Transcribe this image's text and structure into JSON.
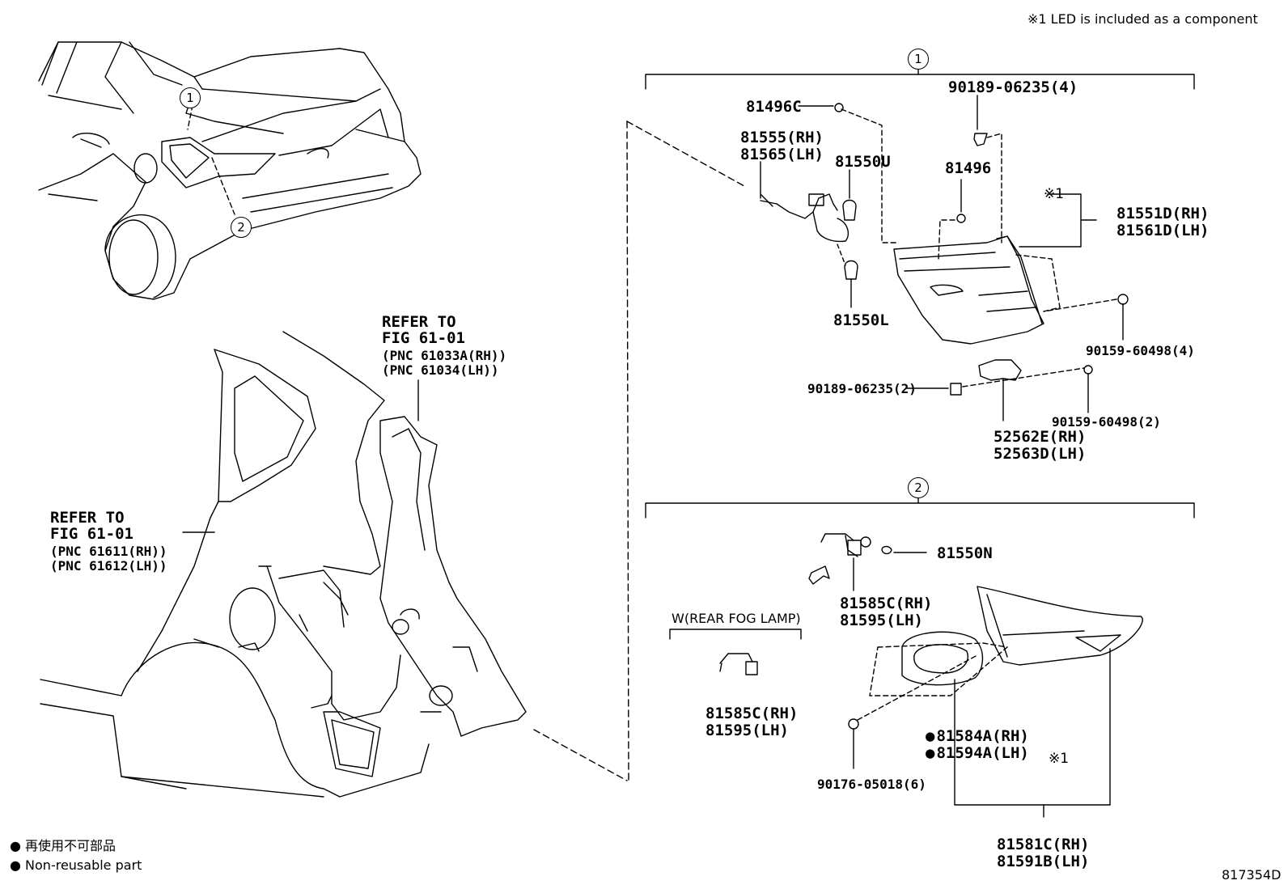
{
  "led_note": "※1 LED is included as a component",
  "diagram_id": "817354D",
  "callouts": {
    "c1": "1",
    "c2": "2"
  },
  "legend": {
    "japanese": "再使用不可部品",
    "english": "Non-reusable part"
  },
  "body_refs": {
    "ref1_line1": "REFER TO",
    "ref1_line2": "FIG 61-01",
    "ref1_pnc1": "(PNC 61033A(RH))",
    "ref1_pnc2": "(PNC 61034(LH))",
    "ref2_line1": "REFER TO",
    "ref2_line2": "FIG 61-01",
    "ref2_pnc1": "(PNC 61611(RH))",
    "ref2_pnc2": "(PNC 61612(LH))"
  },
  "group1": {
    "p81496C": "81496C",
    "p90189_4": "90189-06235(4)",
    "p81555": "81555(RH)",
    "p81565": "81565(LH)",
    "p81550U": "81550U",
    "p81496": "81496",
    "led_mark": "※1",
    "p81551D": "81551D(RH)",
    "p81561D": "81561D(LH)",
    "p81550L": "81550L",
    "p90159_4": "90159-60498(4)",
    "p90189_2": "90189-06235(2)",
    "p90159_2": "90159-60498(2)",
    "p52562E": "52562E(RH)",
    "p52563D": "52563D(LH)"
  },
  "group2": {
    "p81550N": "81550N",
    "p81585C_a": "81585C(RH)",
    "p81595_a": "81595(LH)",
    "fog_title": "W(REAR FOG LAMP)",
    "p81585C_b": "81585C(RH)",
    "p81595_b": "81595(LH)",
    "p81584A": "81584A(RH)",
    "p81594A": "81594A(LH)",
    "led_mark": "※1",
    "p90176": "90176-05018(6)",
    "p81581C": "81581C(RH)",
    "p81591B": "81591B(LH)"
  }
}
